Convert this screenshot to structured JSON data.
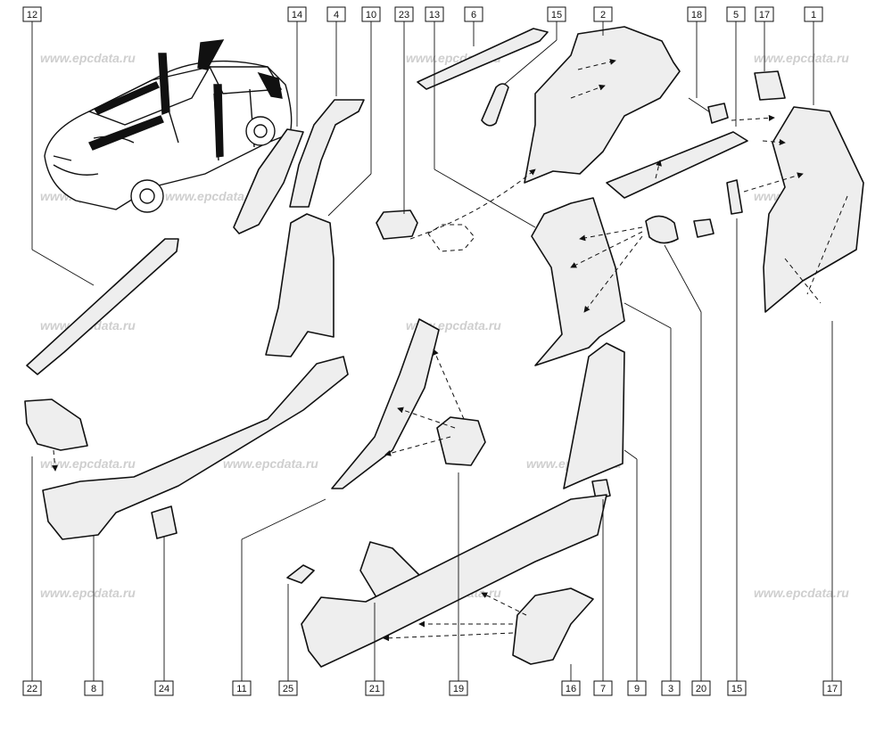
{
  "watermark": "www.epcdata.ru",
  "callouts_top": [
    "12",
    "14",
    "4",
    "10",
    "23",
    "13",
    "6",
    "15",
    "2",
    "18",
    "5",
    "17",
    "1"
  ],
  "callouts_bottom": [
    "22",
    "8",
    "24",
    "11",
    "25",
    "21",
    "19",
    "16",
    "7",
    "9",
    "3",
    "20",
    "15",
    "17"
  ],
  "colors": {
    "line": "#111111",
    "fill": "#eeeeee",
    "watermark": "#cfcfcf"
  }
}
